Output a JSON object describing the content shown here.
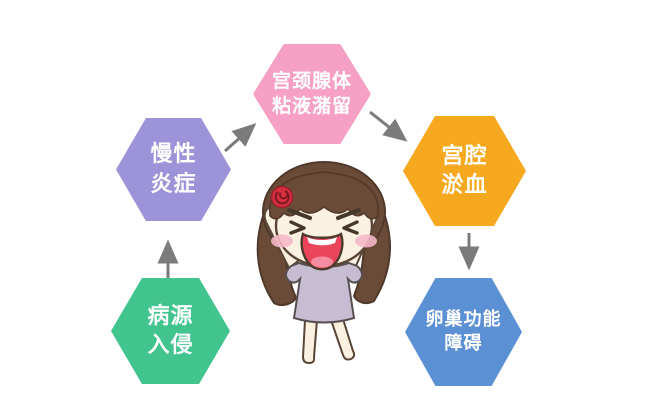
{
  "page": {
    "background": "#ffffff"
  },
  "diagram": {
    "arrow_color": "#7b7b7b",
    "nodes": [
      {
        "id": "pathogen-invasion",
        "lines": [
          "病源",
          "入侵"
        ],
        "color": "#41C48E"
      },
      {
        "id": "chronic-inflammation",
        "lines": [
          "慢性",
          "炎症"
        ],
        "color": "#9D93D8"
      },
      {
        "id": "cervical-gland-mucus-retention",
        "lines": [
          "宫颈腺体",
          "粘液潴留"
        ],
        "color": "#F5A0C4"
      },
      {
        "id": "uterine-cavity-congestion",
        "lines": [
          "宫腔",
          "淤血"
        ],
        "color": "#F6A81F"
      },
      {
        "id": "ovarian-dysfunction",
        "lines": [
          "卵巢功能",
          "障碍"
        ],
        "color": "#5C90D4"
      }
    ],
    "arrows": [
      {
        "from": "pathogen-invasion",
        "to": "chronic-inflammation"
      },
      {
        "from": "chronic-inflammation",
        "to": "cervical-gland-mucus-retention"
      },
      {
        "from": "cervical-gland-mucus-retention",
        "to": "uterine-cavity-congestion"
      },
      {
        "from": "uterine-cavity-congestion",
        "to": "ovarian-dysfunction"
      }
    ]
  },
  "illustration": {
    "description": "angry cartoon girl shouting with both arms raised",
    "hair_color": "#6A4B38",
    "skin_color": "#FBF1E1",
    "dress_color": "#C6BDD3",
    "mouth_color": "#E9465C",
    "blush_color": "#F5B8C6",
    "ornament_color": "#D7303F"
  }
}
